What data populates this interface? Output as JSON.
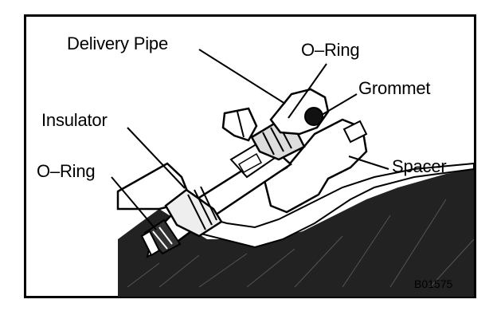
{
  "labels": {
    "delivery_pipe": "Delivery Pipe",
    "o_ring_top": "O–Ring",
    "grommet": "Grommet",
    "insulator": "Insulator",
    "o_ring_left": "O–Ring",
    "spacer": "Spacer"
  },
  "figure_code": "B01575"
}
